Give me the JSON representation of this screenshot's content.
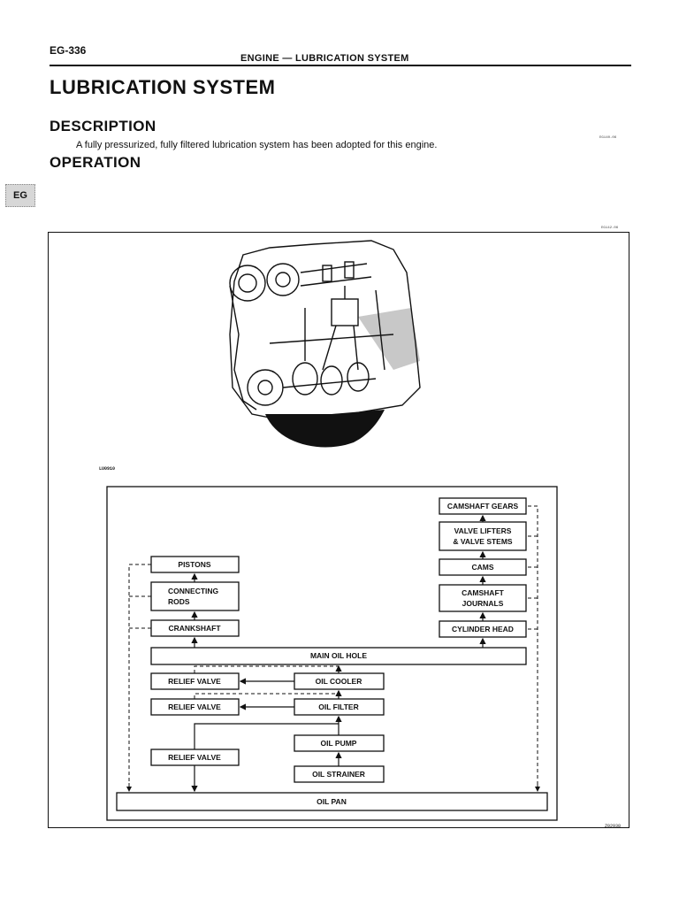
{
  "header": {
    "page_number": "EG-336",
    "chapter": "ENGINE — LUBRICATION SYSTEM"
  },
  "title": "LUBRICATION SYSTEM",
  "description": {
    "heading": "DESCRIPTION",
    "text": "A fully pressurized, fully filtered lubrication system has been adopted for this engine.",
    "code": "EG140-06"
  },
  "operation": {
    "heading": "OPERATION",
    "code": "EG142-06"
  },
  "side_tab": "EG",
  "illustration": {
    "code": "LU0910",
    "description": "engine cutaway showing oil passages"
  },
  "diagram": {
    "boxes": {
      "camshaft_gears": "CAMSHAFT GEARS",
      "valve_lifters_1": "VALVE LIFTERS",
      "valve_lifters_2": "& VALVE STEMS",
      "cams": "CAMS",
      "camshaft_journals_1": "CAMSHAFT",
      "camshaft_journals_2": "JOURNALS",
      "cylinder_head": "CYLINDER HEAD",
      "pistons": "PISTONS",
      "connecting_rods_1": "CONNECTING",
      "connecting_rods_2": "RODS",
      "crankshaft": "CRANKSHAFT",
      "main_oil_hole": "MAIN OIL HOLE",
      "relief_valve_1": "RELIEF VALVE",
      "oil_cooler": "OIL COOLER",
      "relief_valve_2": "RELIEF VALVE",
      "oil_filter": "OIL FILTER",
      "oil_pump": "OIL PUMP",
      "relief_valve_3": "RELIEF VALVE",
      "oil_strainer": "OIL STRAINER",
      "oil_pan": "OIL PAN"
    },
    "figure_code": "Z02938"
  }
}
